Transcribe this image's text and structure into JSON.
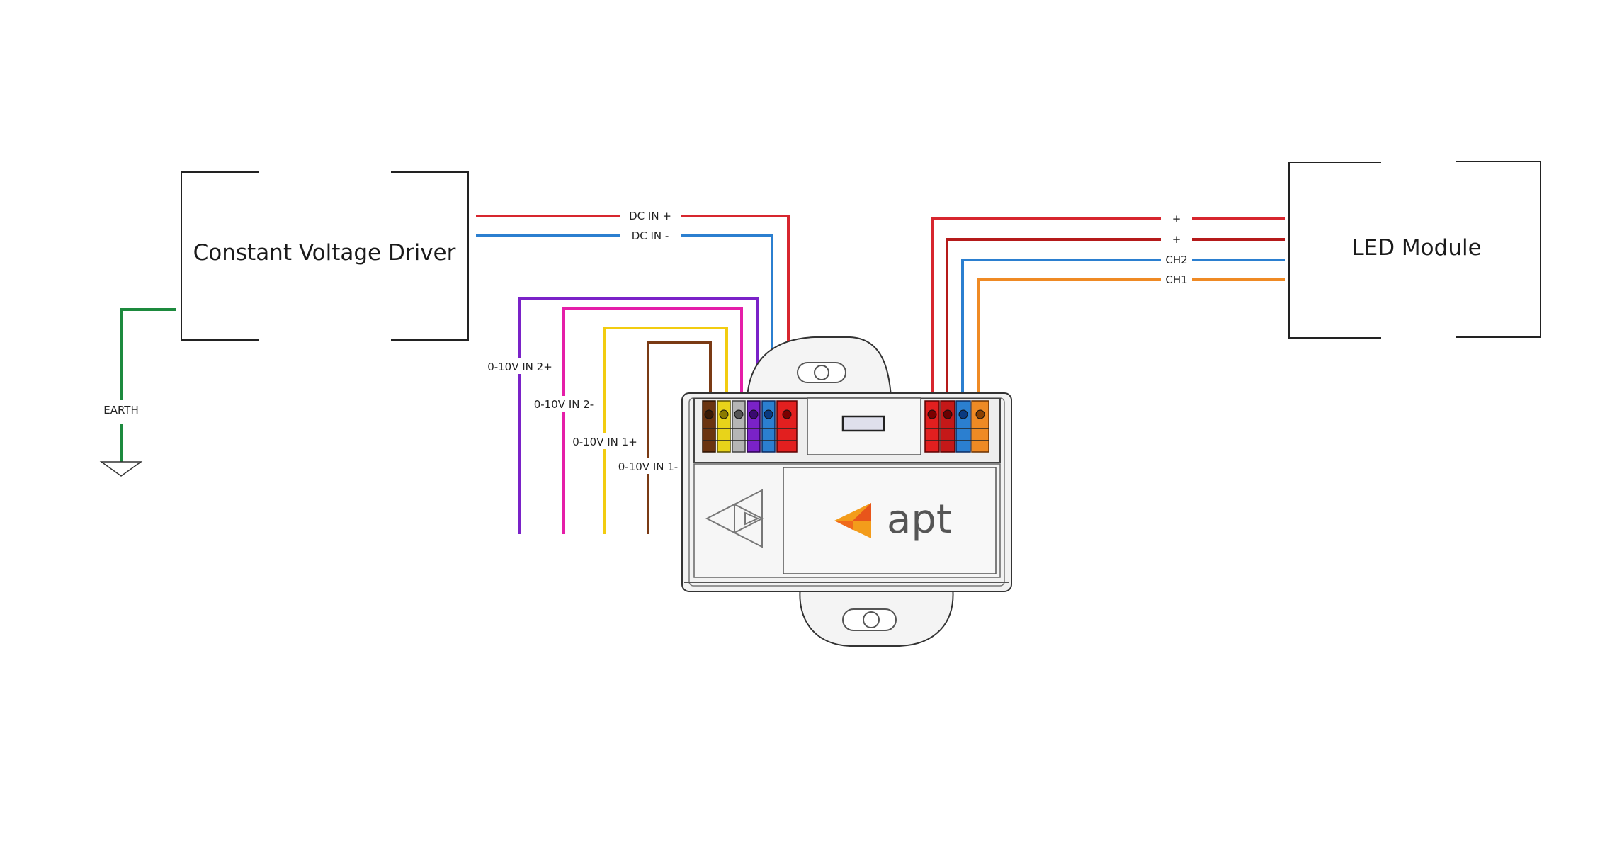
{
  "driver": {
    "label": "Constant Voltage Driver"
  },
  "led_module": {
    "label": "LED Module"
  },
  "earth": {
    "label": "EARTH"
  },
  "device": {
    "logo_text": "apt"
  },
  "wires": {
    "dc_in_plus": {
      "label": "DC IN +",
      "color": "#d7262e"
    },
    "dc_in_minus": {
      "label": "DC IN -",
      "color": "#2b7fd0"
    },
    "in2_plus": {
      "label": "0-10V IN 2+",
      "color": "#7a22c8"
    },
    "in2_minus": {
      "label": "0-10V IN 2-",
      "color": "#e51ea8"
    },
    "in1_plus": {
      "label": "0-10V IN 1+",
      "color": "#f2cc10"
    },
    "in1_minus": {
      "label": "0-10V IN 1-",
      "color": "#7a3a14"
    },
    "out_plus_1": {
      "label": "+",
      "color": "#d7262e"
    },
    "out_plus_2": {
      "label": "+",
      "color": "#b51a1a"
    },
    "ch2": {
      "label": "CH2",
      "color": "#2b7fd0"
    },
    "ch1": {
      "label": "CH1",
      "color": "#ef8a24"
    },
    "earth_wire": {
      "color": "#1d8a3e"
    }
  }
}
